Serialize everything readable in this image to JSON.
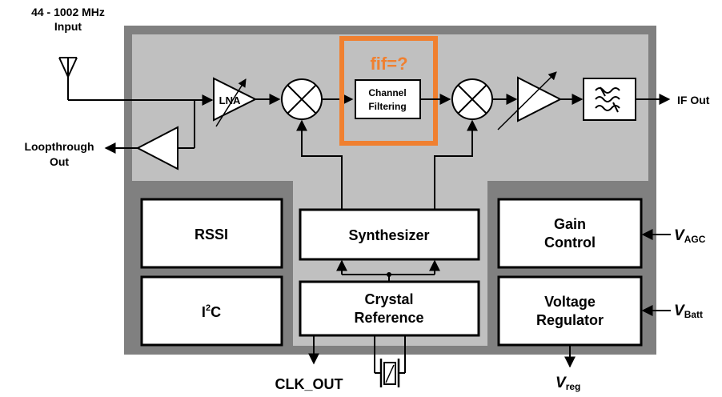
{
  "input": {
    "line1": "44 - 1002 MHz",
    "line2": "Input"
  },
  "loopthrough": {
    "line1": "Loopthrough",
    "line2": "Out"
  },
  "lna": {
    "label": "LNA"
  },
  "fif": {
    "label": "fif=?"
  },
  "channel_filter": {
    "line1": "Channel",
    "line2": "Filtering"
  },
  "if_out": {
    "label": "IF Out"
  },
  "rssi": {
    "label": "RSSI"
  },
  "i2c": {
    "label": "I",
    "sup": "2",
    "tail": "C"
  },
  "synthesizer": {
    "label": "Synthesizer"
  },
  "crystal": {
    "line1": "Crystal",
    "line2": "Reference"
  },
  "clk_out": {
    "label": "CLK_OUT"
  },
  "gain_control": {
    "line1": "Gain",
    "line2": "Control"
  },
  "voltage_regulator": {
    "line1": "Voltage",
    "line2": "Regulator"
  },
  "v_agc": {
    "v": "V",
    "sub": "AGC"
  },
  "v_batt": {
    "v": "V",
    "sub": "Batt"
  },
  "v_reg": {
    "v": "V",
    "sub": "reg"
  },
  "colors": {
    "outer": "#808080",
    "inner": "#c0c0c0",
    "highlight": "#f08030"
  }
}
